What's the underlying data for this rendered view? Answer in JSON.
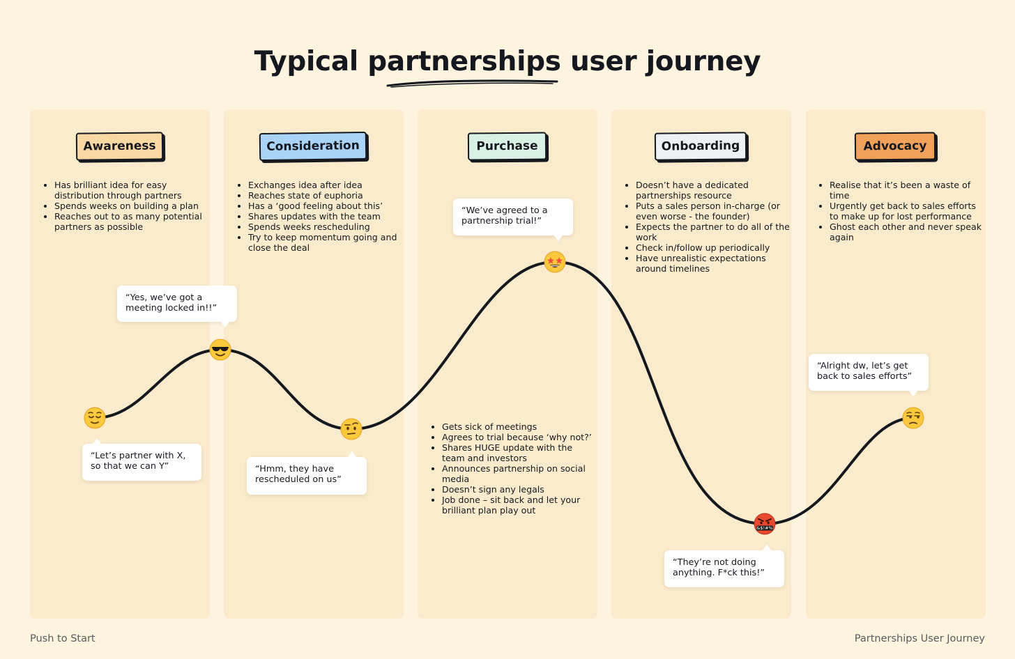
{
  "title": {
    "before": "Typical ",
    "highlight": "partnerships",
    "after": " user journey"
  },
  "colors": {
    "background": "#fdf4e0",
    "column": "#faebcc",
    "ink": "#16181f",
    "awareness": "#f8d9a3",
    "consideration": "#a9d3f7",
    "purchase": "#d9f1e4",
    "onboarding": "#eef1f3",
    "advocacy": "#f0a15a"
  },
  "stages": [
    {
      "label": "Awareness",
      "bullets": [
        "Has brilliant idea for easy distribution through partners",
        "Spends weeks on building a plan",
        "Reaches out to as many potential partners as possible"
      ]
    },
    {
      "label": "Consideration",
      "bullets": [
        "Exchanges idea after idea",
        "Reaches state of euphoria",
        "Has a ‘good feeling about this’",
        "Shares updates with the team",
        "Spends weeks rescheduling",
        "Try to keep momentum going and close the deal"
      ]
    },
    {
      "label": "Purchase",
      "bullets": [
        "Gets sick of meetings",
        "Agrees to trial because ‘why not?’",
        "Shares HUGE update with the team and investors",
        "Announces partnership on social media",
        "Doesn’t sign any legals",
        "Job done – sit back and let your brilliant plan play out"
      ]
    },
    {
      "label": "Onboarding",
      "bullets": [
        "Doesn’t have a dedicated partnerships resource",
        "Puts a sales person in-charge (or even worse - the founder)",
        "Expects the partner to do all of the work",
        "Check in/follow up periodically",
        "Have unrealistic expectations around timelines"
      ]
    },
    {
      "label": "Advocacy",
      "bullets": [
        "Realise that it’s been a waste of time",
        "Urgently get back to sales efforts to make up for lost performance",
        "Ghost each other and never speak again"
      ]
    }
  ],
  "quotes": [
    {
      "text": "“Let’s partner with X, so that we can Y”",
      "emoji": "relieved-face"
    },
    {
      "text": "“Yes, we’ve got a meeting locked in!!”",
      "emoji": "sunglasses-face"
    },
    {
      "text": "“Hmm, they have rescheduled on us”",
      "emoji": "raised-eyebrow-face"
    },
    {
      "text": "“We’ve agreed to a partnership trial!”",
      "emoji": "star-struck-face"
    },
    {
      "text": "“They’re not doing anything. F*ck this!”",
      "emoji": "cursing-face",
      "emoji_text": "&$!#%"
    },
    {
      "text": "“Alright dw, let’s get back to sales efforts”",
      "emoji": "unamused-face"
    }
  ],
  "footer": {
    "left": "Push to Start",
    "right": "Partnerships User Journey"
  }
}
